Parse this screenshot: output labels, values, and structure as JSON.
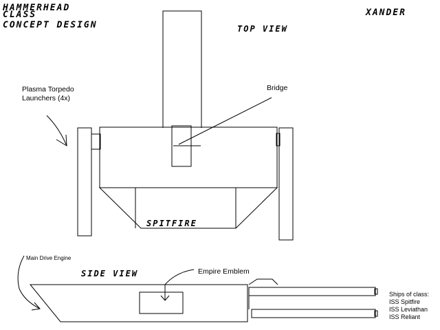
{
  "header": {
    "title_line1": "Hammerhead",
    "title_line2": "Class",
    "title_line3": "Concept Design",
    "author": "Xander"
  },
  "views": {
    "top": "Top View",
    "side": "Side View"
  },
  "labels": {
    "plasma_line1": "Plasma Torpedo",
    "plasma_line2": "Launchers (4x)",
    "bridge": "Bridge",
    "ship_name": "Spitfire",
    "main_drive": "Main Drive Engine",
    "emblem": "Empire Emblem"
  },
  "ships_of_class": {
    "heading": "Ships of class:",
    "items": [
      "ISS Spitfire",
      "ISS Leviathan",
      "ISS Reliant"
    ]
  }
}
